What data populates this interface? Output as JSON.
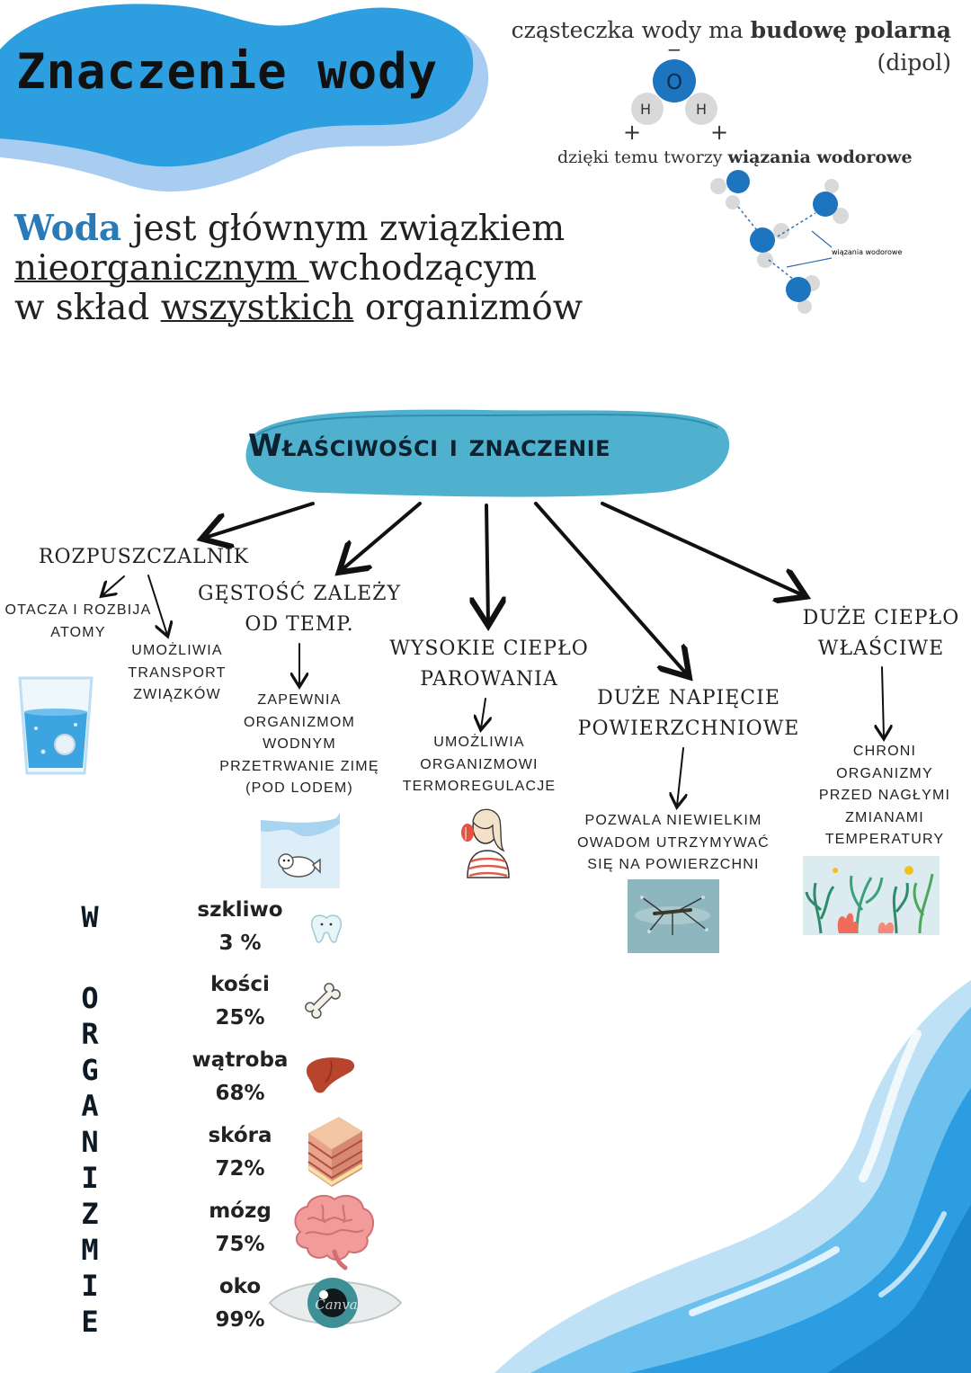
{
  "header": {
    "title": "Znaczenie wody"
  },
  "intro": {
    "word_woda": "Woda",
    "line1_rest": "jest głównym związkiem",
    "line2_underlined": "nieorganicznym ",
    "line2_rest": "wchodzącym",
    "line3_start": "w skład ",
    "line3_underlined": "wszystkich",
    "line3_end": " organizmów"
  },
  "molecule": {
    "line1_start": "cząsteczka wody ma ",
    "line1_bold": "budowę polarną",
    "line2": "(dipol)",
    "oxygen": "O",
    "hydrogen": "H",
    "minus": "−",
    "plus": "+",
    "hbond_start": "dzięki temu tworzy ",
    "hbond_bold": "wiązania wodorowe",
    "diagram_label": "wiązania wodorowe"
  },
  "properties_heading": "Właściwości i znaczenie",
  "properties": {
    "solvent": {
      "title": "ROZPUSZCZALNIK",
      "sub1": [
        "OTACZA I ROZBIJA",
        "ATOMY"
      ],
      "sub2": [
        "UMOŻLIWIA",
        "TRANSPORT",
        "ZWIĄZKÓW"
      ]
    },
    "density": {
      "title": [
        "GĘSTOŚĆ ZALEŻY",
        "OD TEMP."
      ],
      "desc": [
        "ZAPEWNIA",
        "ORGANIZMOM",
        "WODNYM",
        "PRZETRWANIE ZIMĘ",
        "(POD LODEM)"
      ]
    },
    "evaporation": {
      "title": [
        "WYSOKIE CIEPŁO",
        "PAROWANIA"
      ],
      "desc": [
        "UMOŻLIWIA",
        "ORGANIZMOWI",
        "TERMOREGULACJE"
      ]
    },
    "tension": {
      "title": [
        "DUŻE NAPIĘCIE",
        "POWIERZCHNIOWE"
      ],
      "desc": [
        "POZWALA NIEWIELKIM",
        "OWADOM UTRZYMYWAĆ",
        "SIĘ NA POWIERZCHNI"
      ]
    },
    "heat": {
      "title": [
        "DUŻE CIEPŁO",
        "WŁAŚCIWE"
      ],
      "desc": [
        "CHRONI",
        "ORGANIZMY",
        "PRZED NAGŁYMI",
        "ZMIANAMI",
        "TEMPERATURY"
      ]
    }
  },
  "vertical_word": [
    "W",
    "O",
    "R",
    "G",
    "A",
    "N",
    "I",
    "Z",
    "M",
    "I",
    "E"
  ],
  "organs": [
    {
      "name": "szkliwo",
      "value": "3 %",
      "icon": "tooth-icon"
    },
    {
      "name": "kości",
      "value": "25%",
      "icon": "bone-icon"
    },
    {
      "name": "wątroba",
      "value": "68%",
      "icon": "liver-icon"
    },
    {
      "name": "skóra",
      "value": "72%",
      "icon": "skin-icon"
    },
    {
      "name": "mózg",
      "value": "75%",
      "icon": "brain-icon"
    },
    {
      "name": "oko",
      "value": "99%",
      "icon": "eye-icon"
    }
  ],
  "eye_watermark": "Canva",
  "colors": {
    "blue_main": "#2d9fe0",
    "blue_light": "#a9cdf0",
    "heading_blob": "#4fb1cd",
    "atom_blue": "#1d74bf"
  }
}
